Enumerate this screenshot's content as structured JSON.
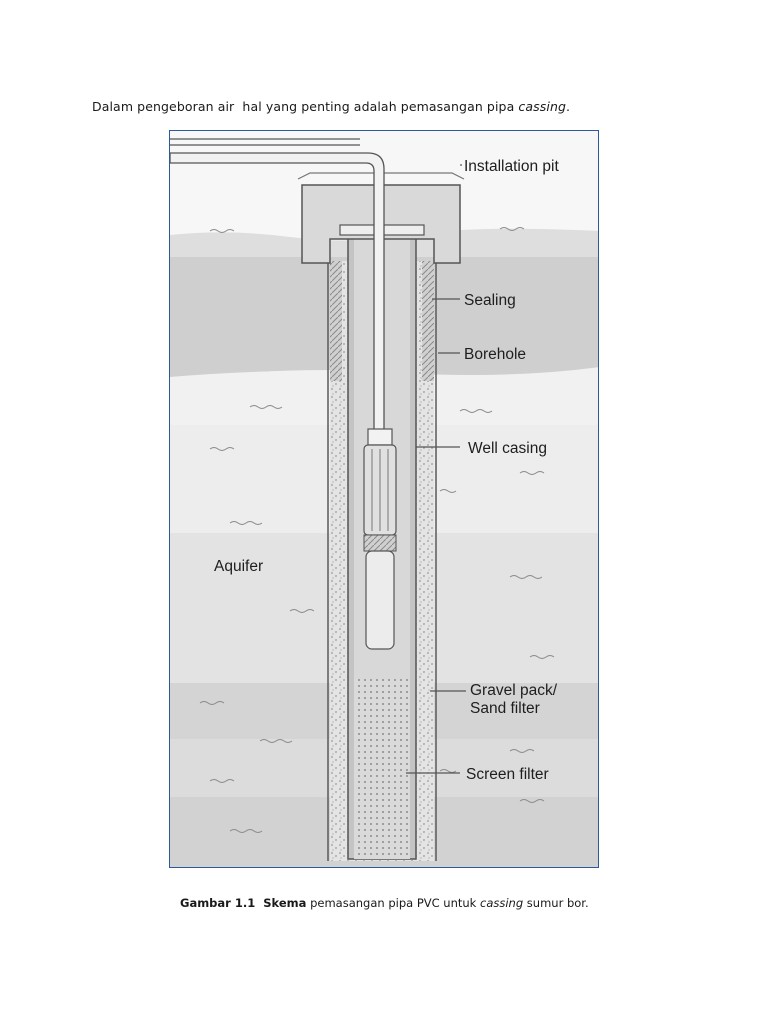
{
  "intro": {
    "text_a": "Dalam pengeboran air  hal yang penting adalah pemasangan pipa ",
    "text_em": "cassing",
    "text_end": "."
  },
  "figure": {
    "labels": {
      "installation_pit": "Installation pit",
      "sealing": "Sealing",
      "borehole": "Borehole",
      "well_casing": "Well casing",
      "aquifer": "Aquifer",
      "gravel_pack_1": "Gravel pack/",
      "gravel_pack_2": "Sand filter",
      "screen_filter": "Screen filter"
    }
  },
  "caption": {
    "prefix": "Gambar 1.1",
    "bold2": "Skema",
    "text1": " pemasangan pipa PVC untuk ",
    "em": "cassing",
    "text2": " sumur bor."
  },
  "colors": {
    "figure_border": "#2a5a9a"
  }
}
